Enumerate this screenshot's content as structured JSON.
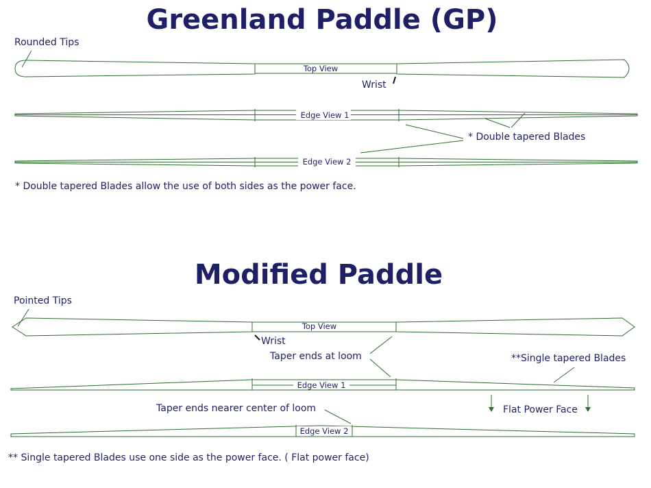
{
  "colors": {
    "text": "#1f1f66",
    "outline": "#2d6b2d",
    "background": "#ffffff"
  },
  "gp": {
    "title": "Greenland Paddle (GP)",
    "rounded_tips": "Rounded Tips",
    "top_view": "Top View",
    "wrist": "Wrist",
    "edge_view_1": "Edge View 1",
    "edge_view_2": "Edge View 2",
    "double_tapered": "* Double tapered Blades",
    "note": "* Double tapered Blades allow the use of both sides as the power face."
  },
  "modified": {
    "title": "Modified Paddle",
    "pointed_tips": "Pointed Tips",
    "top_view": "Top View",
    "wrist": "Wrist",
    "taper_loom": "Taper ends at loom",
    "single_tapered": "**Single tapered Blades",
    "edge_view_1": "Edge View 1",
    "flat_power_face": "Flat Power Face",
    "taper_center": "Taper ends nearer center of loom",
    "edge_view_2": "Edge View 2",
    "note": "**  Single tapered Blades use one side as the power face. ( Flat power face)"
  }
}
